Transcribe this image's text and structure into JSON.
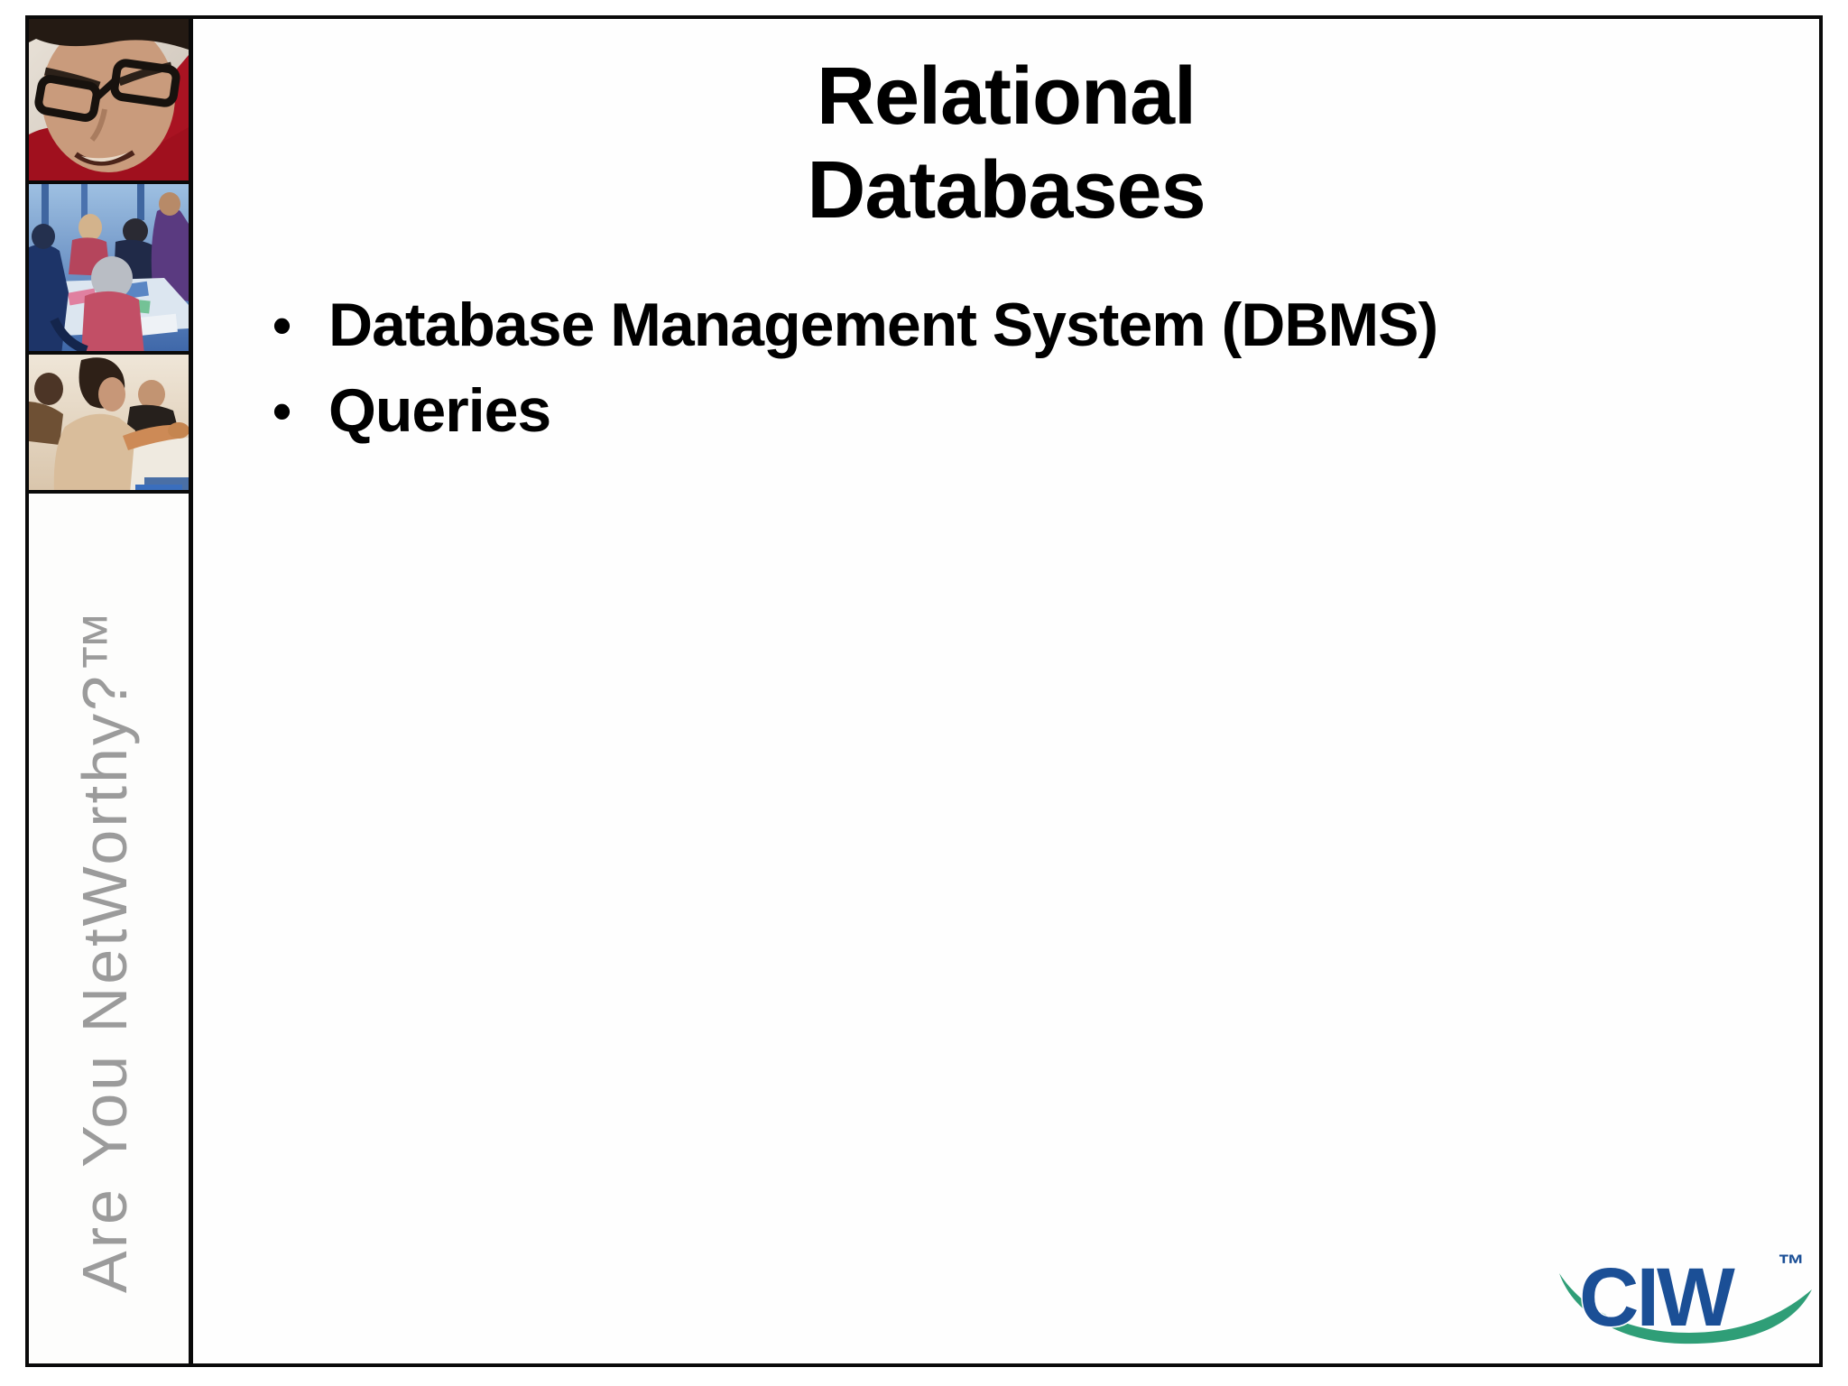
{
  "slide": {
    "title_lines": [
      "Relational",
      "Databases"
    ],
    "bullet_marker": "•",
    "bullets": [
      "Database Management System (DBMS)",
      "Queries"
    ]
  },
  "sidebar": {
    "tagline": "Are You NetWorthy?™",
    "photos": [
      {
        "name": "man-with-glasses-red-shirt"
      },
      {
        "name": "students-around-table-blue-scene"
      },
      {
        "name": "woman-pointing-classroom-scene"
      }
    ]
  },
  "logo": {
    "text": "CIW",
    "trademark": "™"
  },
  "colors": {
    "logo_blue": "#1b4f96",
    "logo_green": "#2f9e77",
    "tagline_gray": "#9b9b9b",
    "border_black": "#0a0a0a",
    "text_black": "#000000"
  }
}
